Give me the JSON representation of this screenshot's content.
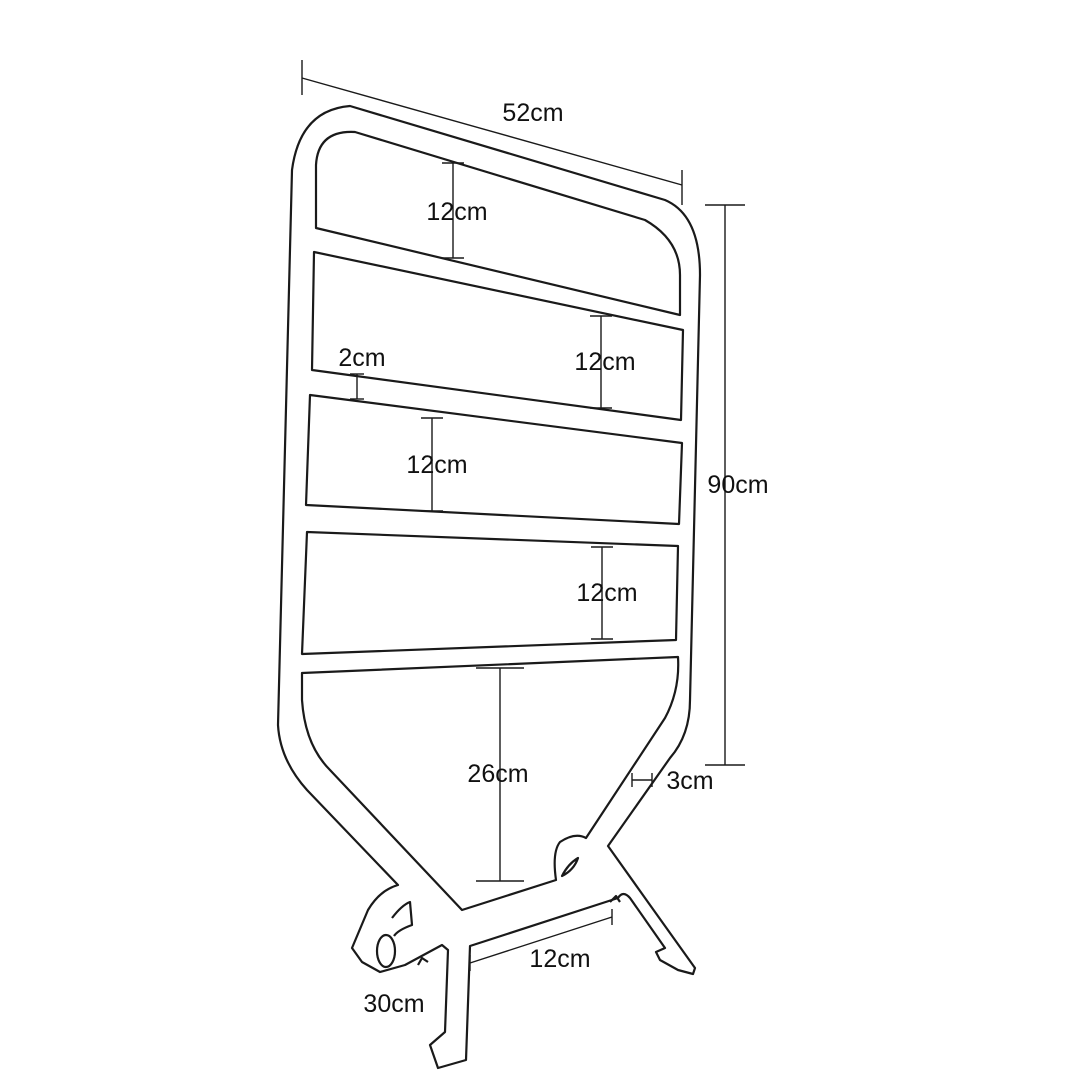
{
  "dimensions": {
    "width": "52cm",
    "height": "90cm",
    "rail_gap_1": "12cm",
    "rail_gap_2": "12cm",
    "rail_gap_3": "12cm",
    "rail_gap_4": "12cm",
    "rail_thickness": "2cm",
    "bottom_gap": "26cm",
    "tube_width": "3cm",
    "foot_spacing": "12cm",
    "depth": "30cm"
  }
}
